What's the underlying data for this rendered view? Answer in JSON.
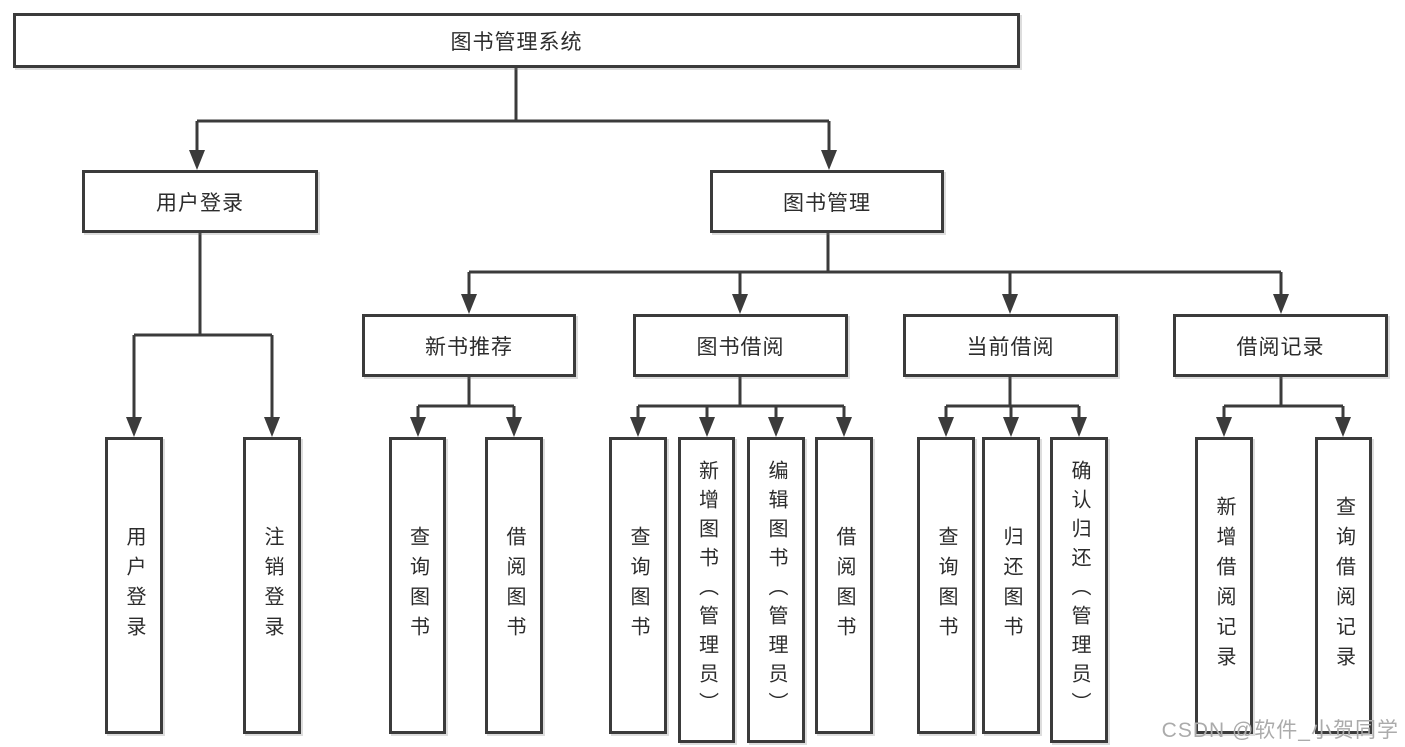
{
  "diagram": {
    "root": {
      "label": "图书管理系统"
    },
    "level2": [
      {
        "id": "user-login",
        "label": "用户登录"
      },
      {
        "id": "book-management",
        "label": "图书管理"
      }
    ],
    "level3": [
      {
        "id": "new-book-recommend",
        "label": "新书推荐"
      },
      {
        "id": "book-borrowing",
        "label": "图书借阅"
      },
      {
        "id": "current-borrowing",
        "label": "当前借阅"
      },
      {
        "id": "borrowing-records",
        "label": "借阅记录"
      }
    ],
    "leaves": [
      {
        "id": "user-login-leaf",
        "label": "用户登录"
      },
      {
        "id": "logout",
        "label": "注销登录"
      },
      {
        "id": "query-books-1",
        "label": "查询图书"
      },
      {
        "id": "borrow-books-1",
        "label": "借阅图书"
      },
      {
        "id": "query-books-2",
        "label": "查询图书"
      },
      {
        "id": "add-books-admin",
        "label": "新增图书（管理员）"
      },
      {
        "id": "edit-books-admin",
        "label": "编辑图书（管理员）"
      },
      {
        "id": "borrow-books-2",
        "label": "借阅图书"
      },
      {
        "id": "query-books-3",
        "label": "查询图书"
      },
      {
        "id": "return-books",
        "label": "归还图书"
      },
      {
        "id": "confirm-return-admin",
        "label": "确认归还（管理员）"
      },
      {
        "id": "add-borrow-record",
        "label": "新增借阅记录"
      },
      {
        "id": "query-borrow-record",
        "label": "查询借阅记录"
      }
    ]
  },
  "watermark": {
    "text": "CSDN @软件_小贺同学"
  },
  "colors": {
    "line": "#3b3b3b",
    "text": "#2c2c2c",
    "background": "#ffffff",
    "watermark": "#ababab"
  }
}
